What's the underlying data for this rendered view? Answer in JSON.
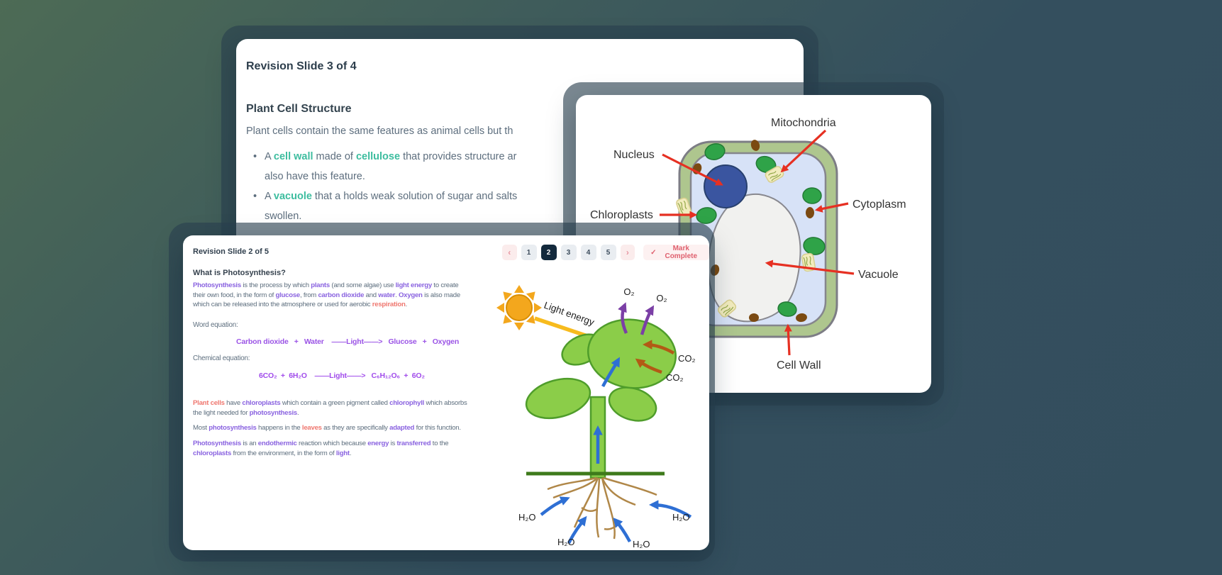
{
  "colors": {
    "page_gradient": [
      "#4d6b55",
      "#334e5d"
    ],
    "keyword_purple": "#8a63e0",
    "keyword_red": "#ef776f",
    "keyword_teal": "#3dbd9f",
    "equation_purple": "#9b54e6",
    "active_page_bg": "#13293c",
    "mark_complete_text": "#df606e"
  },
  "slide3": {
    "title": "Revision Slide 3 of 4",
    "heading": "Plant Cell Structure",
    "intro": "Plant cells contain the same features as animal cells but th",
    "bullet1_line1": [
      {
        "t": "A "
      },
      {
        "t": "cell wall",
        "c": "teal"
      },
      {
        "t": " made of "
      },
      {
        "t": "cellulose",
        "c": "teal"
      },
      {
        "t": " that provides structure ar"
      }
    ],
    "bullet1_line2": [
      {
        "t": "also have this feature."
      }
    ],
    "bullet2_line1": [
      {
        "t": "A "
      },
      {
        "t": "vacuole",
        "c": "teal"
      },
      {
        "t": " that a holds weak solution of sugar and salts"
      }
    ],
    "bullet2_line2": [
      {
        "t": "swollen."
      }
    ]
  },
  "cell_diagram": {
    "labels": {
      "mitochondria": "Mitochondria",
      "nucleus": "Nucleus",
      "chloroplasts": "Chloroplasts",
      "cytoplasm": "Cytoplasm",
      "vacuole": "Vacuole",
      "cell_wall": "Cell Wall"
    }
  },
  "slide2": {
    "title": "Revision Slide 2 of 5",
    "pagination": {
      "prev": "‹",
      "pages": [
        "1",
        "2",
        "3",
        "4",
        "5"
      ],
      "active_index": 1,
      "next": "›",
      "mark_check": "✓",
      "mark_label": "Mark Complete"
    },
    "heading": "What is Photosynthesis?",
    "paragraph1": [
      {
        "t": "Photosynthesis",
        "c": "purple"
      },
      {
        "t": " is the process by which "
      },
      {
        "t": "plants",
        "c": "purple"
      },
      {
        "t": " (and some algae) use "
      },
      {
        "t": "light energy",
        "c": "purple"
      },
      {
        "t": " to create their own food, in the form of "
      },
      {
        "t": "glucose",
        "c": "purple"
      },
      {
        "t": ", from "
      },
      {
        "t": "carbon dioxide",
        "c": "purple"
      },
      {
        "t": " and "
      },
      {
        "t": "water",
        "c": "purple"
      },
      {
        "t": ". "
      },
      {
        "t": "Oxygen",
        "c": "purple"
      },
      {
        "t": " is also made which can be released into the atmosphere or used for aerobic "
      },
      {
        "t": "respiration",
        "c": "red"
      },
      {
        "t": "."
      }
    ],
    "word_equation_label": "Word equation:",
    "word_equation": "Carbon dioxide   +   Water    ——Light——>   Glucose   +   Oxygen",
    "chemical_equation_label": "Chemical equation:",
    "chemical_equation": "6CO₂  +  6H₂O    ——Light——>   C₆H₁₂O₆  +  6O₂",
    "paragraph2": [
      {
        "t": "Plant cells",
        "c": "red"
      },
      {
        "t": " have "
      },
      {
        "t": "chloroplasts",
        "c": "purple"
      },
      {
        "t": " which contain a green pigment called "
      },
      {
        "t": "chlorophyll",
        "c": "purple"
      },
      {
        "t": " which absorbs the light needed for "
      },
      {
        "t": "photosynthesis",
        "c": "purple"
      },
      {
        "t": "."
      }
    ],
    "paragraph3": [
      {
        "t": "Most "
      },
      {
        "t": "photosynthesis",
        "c": "purple"
      },
      {
        "t": " happens in the "
      },
      {
        "t": "leaves",
        "c": "red"
      },
      {
        "t": " as they are specifically "
      },
      {
        "t": "adapted",
        "c": "purple"
      },
      {
        "t": " for this function."
      }
    ],
    "paragraph4": [
      {
        "t": "Photosynthesis",
        "c": "purple"
      },
      {
        "t": " is an "
      },
      {
        "t": "endothermic",
        "c": "purple"
      },
      {
        "t": " reaction which because "
      },
      {
        "t": "energy",
        "c": "purple"
      },
      {
        "t": " is "
      },
      {
        "t": "transferred",
        "c": "purple"
      },
      {
        "t": " to the "
      },
      {
        "t": "chloroplasts",
        "c": "purple"
      },
      {
        "t": " from the environment, in the form of "
      },
      {
        "t": "light",
        "c": "purple"
      },
      {
        "t": "."
      }
    ],
    "diagram": {
      "light_energy": "Light energy",
      "o2": "O₂",
      "co2": "CO₂",
      "h2o": "H₂O"
    }
  }
}
